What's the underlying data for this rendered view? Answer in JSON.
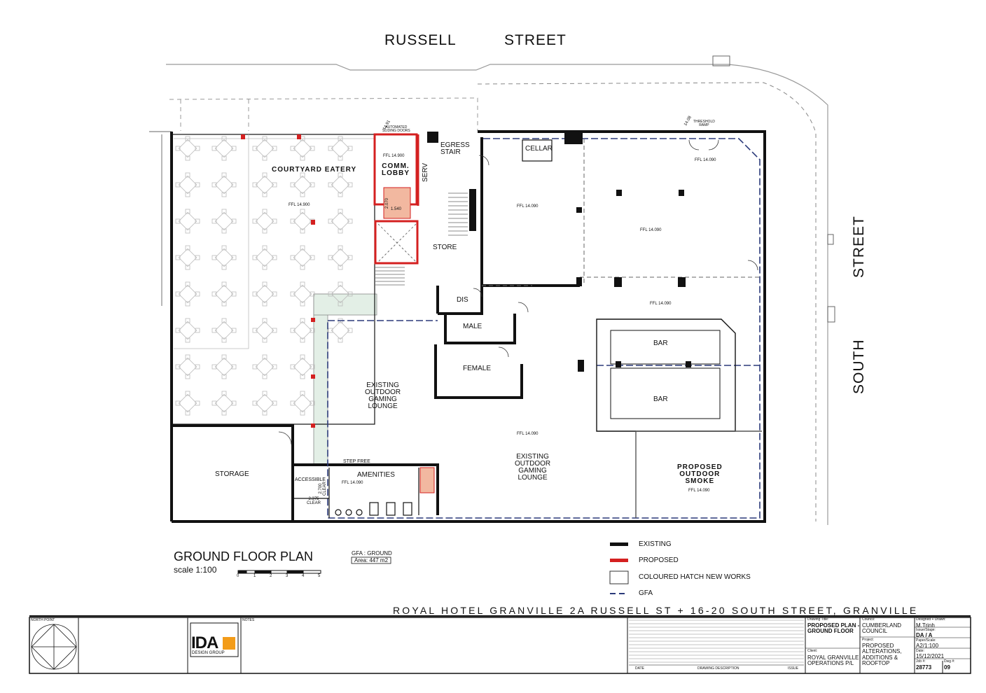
{
  "streets": {
    "russell_1": "RUSSELL",
    "russell_2": "STREET",
    "south_1": "SOUTH",
    "south_2": "STREET"
  },
  "rooms": {
    "courtyard": "COURTYARD EATERY",
    "courtyard_ffl": "FFL 14.900",
    "comm_ffl": "FFL 14.900",
    "comm_lobby": "COMM.\nLOBBY",
    "serv": "SERV",
    "egress": "EGRESS\nSTAIR",
    "cellar": "CELLAR",
    "store": "STORE",
    "dis": "DIS",
    "male": "MALE",
    "female": "FEMALE",
    "bar_1": "BAR",
    "bar_2": "BAR",
    "storage": "STORAGE",
    "amenities": "AMENITIES",
    "accessible": "ACCESSIBLE",
    "outdoor_gaming": "EXISTING\nOUTDOOR\nGAMING\nLOUNGE",
    "gaming": "EXISTING\nOUTDOOR\nGAMING\nLOUNGE",
    "smoke": "PROPOSED\nOUTDOOR\nSMOKE",
    "step_free": "STEP FREE",
    "ffl_1": "FFL 14.090",
    "ffl_2": "FFL 14.090",
    "ffl_3": "FFL 14.090",
    "ffl_4": "FFL 14.090",
    "ffl_5": "FFL 14.090",
    "ffl_6": "FFL 14.090",
    "ffl_7": "FFL 14.090",
    "level_1": "14.91",
    "level_2": "14.08",
    "threshold": "THRESHOLD\nRAMP",
    "automated": "AUTOMATED\nSLIDING DOORS",
    "dim_1": "2.070",
    "dim_2": "1.540",
    "dim_3": "2.375\nCLEAR",
    "dim_4": "2.700\nCLEAR"
  },
  "plan_title": "GROUND FLOOR PLAN",
  "scale": "scale 1:100",
  "scale_ticks": [
    "0",
    "1",
    "2",
    "3",
    "4",
    "5"
  ],
  "gfa_title": "GFA : GROUND",
  "gfa_area": "Area: 447 m2",
  "legend": {
    "existing": "EXISTING",
    "proposed": "PROPOSED",
    "hatch": "COLOURED HATCH NEW WORKS",
    "gfa": "GFA",
    "colors": {
      "existing": "#111111",
      "proposed": "#d42020",
      "gfa": "#2b3a7a",
      "hatch": "#e3efe6",
      "lift": "#f2b8a0"
    }
  },
  "project_title": "ROYAL HOTEL GRANVILLE 2A RUSSELL ST + 16-20 SOUTH STREET, GRANVILLE",
  "titleblock": {
    "logo": "IDA",
    "logo_sub": "DESIGN GROUP",
    "drawing_title_label": "Drawing Title:",
    "drawing_title": "PROPOSED PLAN -\nGROUND FLOOR",
    "council_label": "Council:",
    "council": "CUMBERLAND\nCOUNCIL",
    "project_label": "Project:",
    "project": "PROPOSED\nALTERATIONS,\nADDITIONS &\nROOFTOP",
    "client_label": "Client:",
    "client": "ROYAL GRANVILLE\nOPERATIONS P/L",
    "designed_label": "Designed + Drawn:",
    "designed": "M.Trinh",
    "issue_label": "Issue/Stage:",
    "issue": "DA / A",
    "paper_label": "Paper/Scale:",
    "paper": "A2/1:100",
    "date_label": "Date:",
    "date": "15/12/2021",
    "job_label": "Job #:",
    "job": "28773",
    "dwg_label": "Dwg #:",
    "dwg": "09",
    "col_date": "DATE",
    "col_desc": "DRAWING DESCRIPTION",
    "col_issue": "ISSUE",
    "north": "NORTH POINT",
    "notes": "NOTES"
  }
}
